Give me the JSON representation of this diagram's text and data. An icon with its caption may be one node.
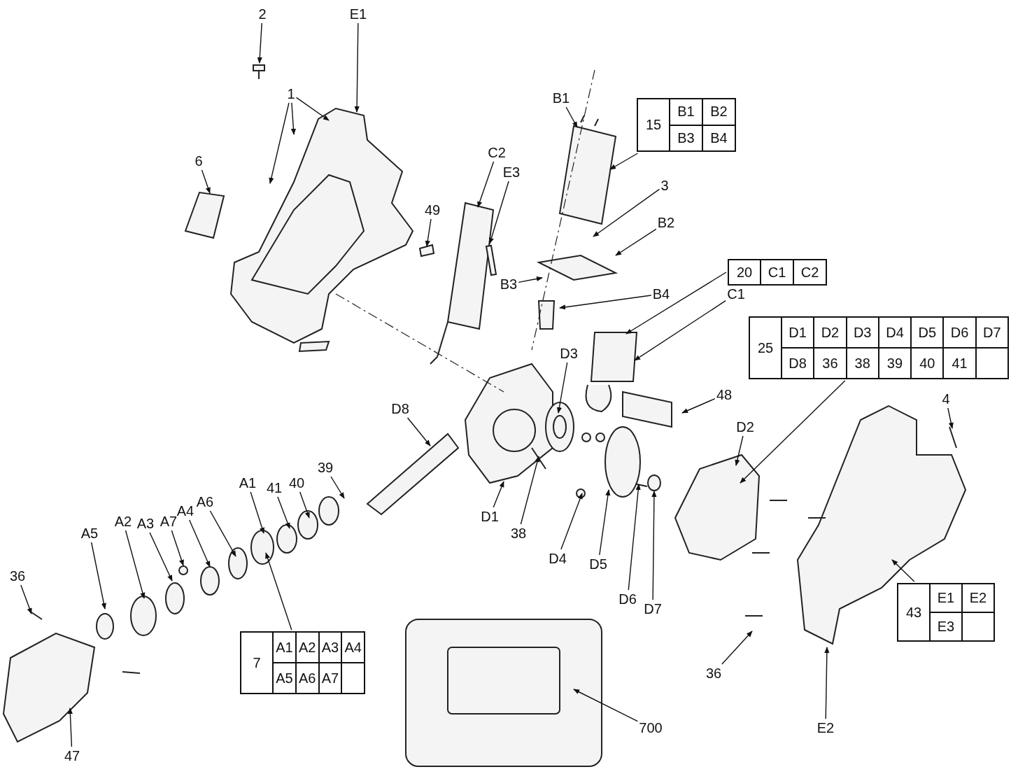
{
  "diagram": {
    "nodes": [
      {
        "text": [
          "2"
        ]
      },
      {
        "text": [
          "E1"
        ]
      },
      {
        "text": [
          "1"
        ]
      },
      {
        "text": [
          "B1"
        ]
      },
      {
        "text": [
          "15",
          "B1",
          "B2",
          "B3",
          "B4"
        ]
      },
      {
        "text": [
          "C2"
        ]
      },
      {
        "text": [
          "6"
        ]
      },
      {
        "text": [
          "E3"
        ]
      },
      {
        "text": [
          "3"
        ]
      },
      {
        "text": [
          "49"
        ]
      },
      {
        "text": [
          "B2"
        ]
      },
      {
        "text": [
          "20",
          "C1",
          "C2"
        ]
      },
      {
        "text": [
          "B3"
        ]
      },
      {
        "text": [
          "B4"
        ]
      },
      {
        "text": [
          "C1"
        ]
      },
      {
        "text": [
          "25",
          "D1",
          "D2",
          "D3",
          "D4",
          "D5",
          "D6",
          "D7",
          "D8",
          "36",
          "38",
          "39",
          "40",
          "41"
        ]
      },
      {
        "text": [
          "D3"
        ]
      },
      {
        "text": [
          "48"
        ]
      },
      {
        "text": [
          "4"
        ]
      },
      {
        "text": [
          "D8"
        ]
      },
      {
        "text": [
          "D2"
        ]
      },
      {
        "text": [
          "39"
        ]
      },
      {
        "text": [
          "40"
        ]
      },
      {
        "text": [
          "41"
        ]
      },
      {
        "text": [
          "A1"
        ]
      },
      {
        "text": [
          "A6"
        ]
      },
      {
        "text": [
          "A4"
        ]
      },
      {
        "text": [
          "A7"
        ]
      },
      {
        "text": [
          "D1"
        ]
      },
      {
        "text": [
          "A3"
        ]
      },
      {
        "text": [
          "A2"
        ]
      },
      {
        "text": [
          "38"
        ]
      },
      {
        "text": [
          "A5"
        ]
      },
      {
        "text": [
          "D4"
        ]
      },
      {
        "text": [
          "D5"
        ]
      },
      {
        "text": [
          "36"
        ]
      },
      {
        "text": [
          "D6"
        ]
      },
      {
        "text": [
          "D7"
        ]
      },
      {
        "text": [
          "43",
          "E1",
          "E2",
          "E3"
        ]
      },
      {
        "text": [
          "7",
          "A1",
          "A2",
          "A3",
          "A4",
          "A5",
          "A6",
          "A7"
        ]
      },
      {
        "text": [
          "36"
        ]
      },
      {
        "text": [
          "E2"
        ]
      },
      {
        "text": [
          "700"
        ]
      },
      {
        "text": [
          "47"
        ]
      },
      {
        "text": [],
        "shape": "picture"
      }
    ],
    "edges": [
      {
        "from": 0,
        "to": 44,
        "arrow": "to"
      },
      {
        "from": 1,
        "to": null,
        "arrow": "to"
      },
      {
        "from": 2,
        "to": null,
        "arrow": "to"
      },
      {
        "from": 2,
        "to": null,
        "arrow": "to"
      },
      {
        "from": 2,
        "to": null,
        "arrow": "to"
      },
      {
        "from": 3,
        "to": null,
        "arrow": "to"
      },
      {
        "from": 4,
        "to": null,
        "arrow": "to"
      },
      {
        "from": 5,
        "to": null,
        "arrow": "to"
      },
      {
        "from": 6,
        "to": null,
        "arrow": "to"
      },
      {
        "from": 7,
        "to": null,
        "arrow": "to"
      },
      {
        "from": 8,
        "to": null,
        "arrow": "to"
      },
      {
        "from": 9,
        "to": null,
        "arrow": "to"
      },
      {
        "from": 10,
        "to": null,
        "arrow": "to"
      },
      {
        "from": 11,
        "to": null,
        "arrow": "to"
      },
      {
        "from": 12,
        "to": null,
        "arrow": "to"
      },
      {
        "from": 13,
        "to": null,
        "arrow": "to"
      },
      {
        "from": 14,
        "to": null,
        "arrow": "to"
      },
      {
        "from": 15,
        "to": null,
        "arrow": "to"
      },
      {
        "from": 16,
        "to": null,
        "arrow": "to"
      },
      {
        "from": 17,
        "to": null,
        "arrow": "to"
      },
      {
        "from": 18,
        "to": null,
        "arrow": "to"
      },
      {
        "from": 19,
        "to": null,
        "arrow": "to"
      },
      {
        "from": 20,
        "to": null,
        "arrow": "to"
      },
      {
        "from": 21,
        "to": null,
        "arrow": "to"
      },
      {
        "from": 22,
        "to": null,
        "arrow": "to"
      },
      {
        "from": 23,
        "to": null,
        "arrow": "to"
      },
      {
        "from": 24,
        "to": null,
        "arrow": "to"
      },
      {
        "from": 25,
        "to": null,
        "arrow": "to"
      },
      {
        "from": 26,
        "to": null,
        "arrow": "to"
      },
      {
        "from": 27,
        "to": null,
        "arrow": "to"
      },
      {
        "from": 28,
        "to": null,
        "arrow": "to"
      },
      {
        "from": 29,
        "to": null,
        "arrow": "to"
      },
      {
        "from": 30,
        "to": null,
        "arrow": "to"
      },
      {
        "from": 31,
        "to": null,
        "arrow": "to"
      },
      {
        "from": 32,
        "to": null,
        "arrow": "to"
      },
      {
        "from": 33,
        "to": null,
        "arrow": "to"
      },
      {
        "from": 34,
        "to": null,
        "arrow": "to"
      },
      {
        "from": 35,
        "to": null,
        "arrow": "to"
      },
      {
        "from": 36,
        "to": null,
        "arrow": "to"
      },
      {
        "from": 37,
        "to": null,
        "arrow": "to"
      },
      {
        "from": 38,
        "to": null,
        "arrow": "to"
      },
      {
        "from": 39,
        "to": null,
        "arrow": "to"
      },
      {
        "from": 40,
        "to": null,
        "arrow": "to"
      },
      {
        "from": 41,
        "to": null,
        "arrow": "to"
      },
      {
        "from": 42,
        "to": null,
        "arrow": "to"
      },
      {
        "from": 43,
        "to": null,
        "arrow": "to"
      }
    ]
  }
}
